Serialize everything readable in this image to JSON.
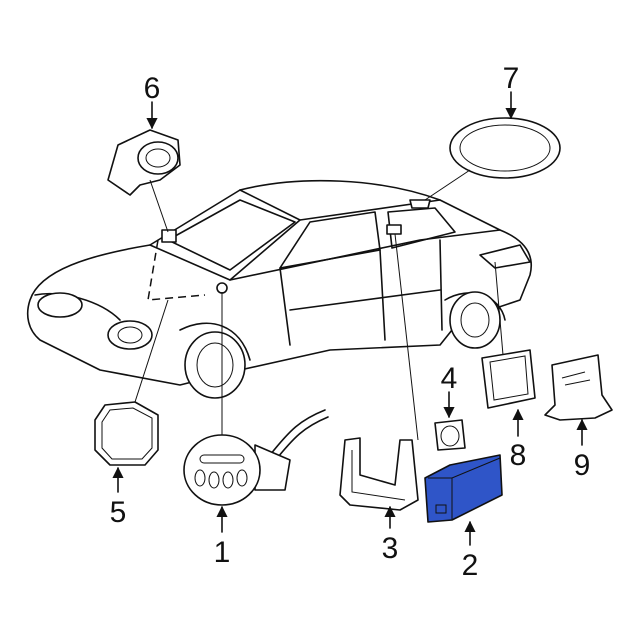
{
  "diagram": {
    "type": "parts-callout",
    "highlight_color": "#2f55c8",
    "callouts": [
      {
        "id": "1",
        "label": "1"
      },
      {
        "id": "2",
        "label": "2"
      },
      {
        "id": "3",
        "label": "3"
      },
      {
        "id": "4",
        "label": "4"
      },
      {
        "id": "5",
        "label": "5"
      },
      {
        "id": "6",
        "label": "6"
      },
      {
        "id": "7",
        "label": "7"
      },
      {
        "id": "8",
        "label": "8"
      },
      {
        "id": "9",
        "label": "9"
      }
    ]
  }
}
